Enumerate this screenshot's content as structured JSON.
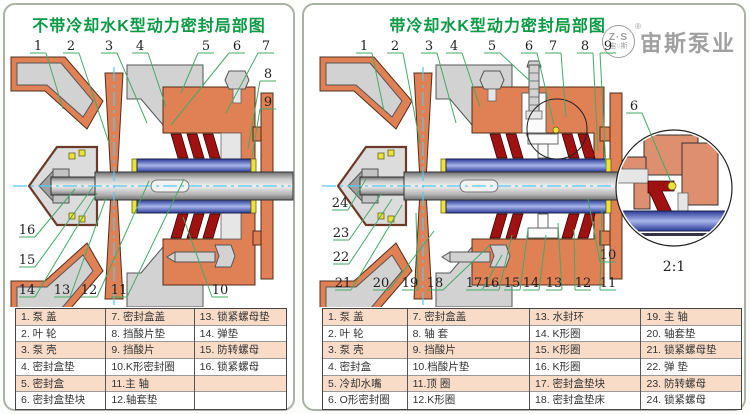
{
  "panels": [
    {
      "title": "不带冷却水K型动力密封局部图",
      "callouts": [
        "1",
        "2",
        "3",
        "4",
        "5",
        "6",
        "7",
        "8",
        "9",
        "10",
        "11",
        "12",
        "13",
        "14",
        "15",
        "16"
      ],
      "legend": [
        "1. 泵 盖",
        "2. 叶 轮",
        "3. 泵 壳",
        "4. 密封盒垫",
        "5. 密封盒",
        "6. 密封盒垫块",
        "7. 密封盒盖",
        "8. 挡酸片垫",
        "9. 挡酸片",
        "10.K形密封圈",
        "11.主 轴",
        "12.轴套垫",
        "13. 锁紧螺母垫",
        "14. 弹垫",
        "15. 防转螺母",
        "16. 锁紧螺母"
      ]
    },
    {
      "title": "带冷却水K型动力密封局部图",
      "callouts": [
        "1",
        "2",
        "3",
        "4",
        "5",
        "6",
        "7",
        "8",
        "9",
        "10",
        "11",
        "12",
        "13",
        "14",
        "15",
        "16",
        "17",
        "18",
        "19",
        "20",
        "21",
        "22",
        "23",
        "24"
      ],
      "detail_scale": "2:1",
      "legend": [
        "1. 泵 盖",
        "2. 叶 轮",
        "3. 泵 壳",
        "4. 密封盒",
        "5. 冷却水嘴",
        "6. O形密封圈",
        "7. 密封盒盖",
        "8. 轴 套",
        "9. 挡酸片",
        "10.档酸片垫",
        "11.顶 圈",
        "12.K形圈",
        "13. 水封环",
        "14. K形圈",
        "15. K形圈",
        "16. K形圈",
        "17. 密封盒垫块",
        "18. 密封盒垫床",
        "19. 主 轴",
        "20. 轴套垫",
        "21. 锁紧螺母垫",
        "22. 弹 垫",
        "23. 防转螺母",
        "24. 锁紧螺母"
      ]
    }
  ],
  "logo": {
    "name": "宙斯泵业",
    "emblem_top": "Z·S",
    "emblem_bottom": "宙○斯",
    "registered": "®"
  },
  "colors": {
    "green": "#0a9a44",
    "leader": "#44aa66",
    "orange": "#e08055",
    "red": "#a01212",
    "yellow": "#ede23a",
    "cyan": "#58c8ee",
    "peach": "#f8dcc8",
    "logogray": "#a0a0a0"
  }
}
